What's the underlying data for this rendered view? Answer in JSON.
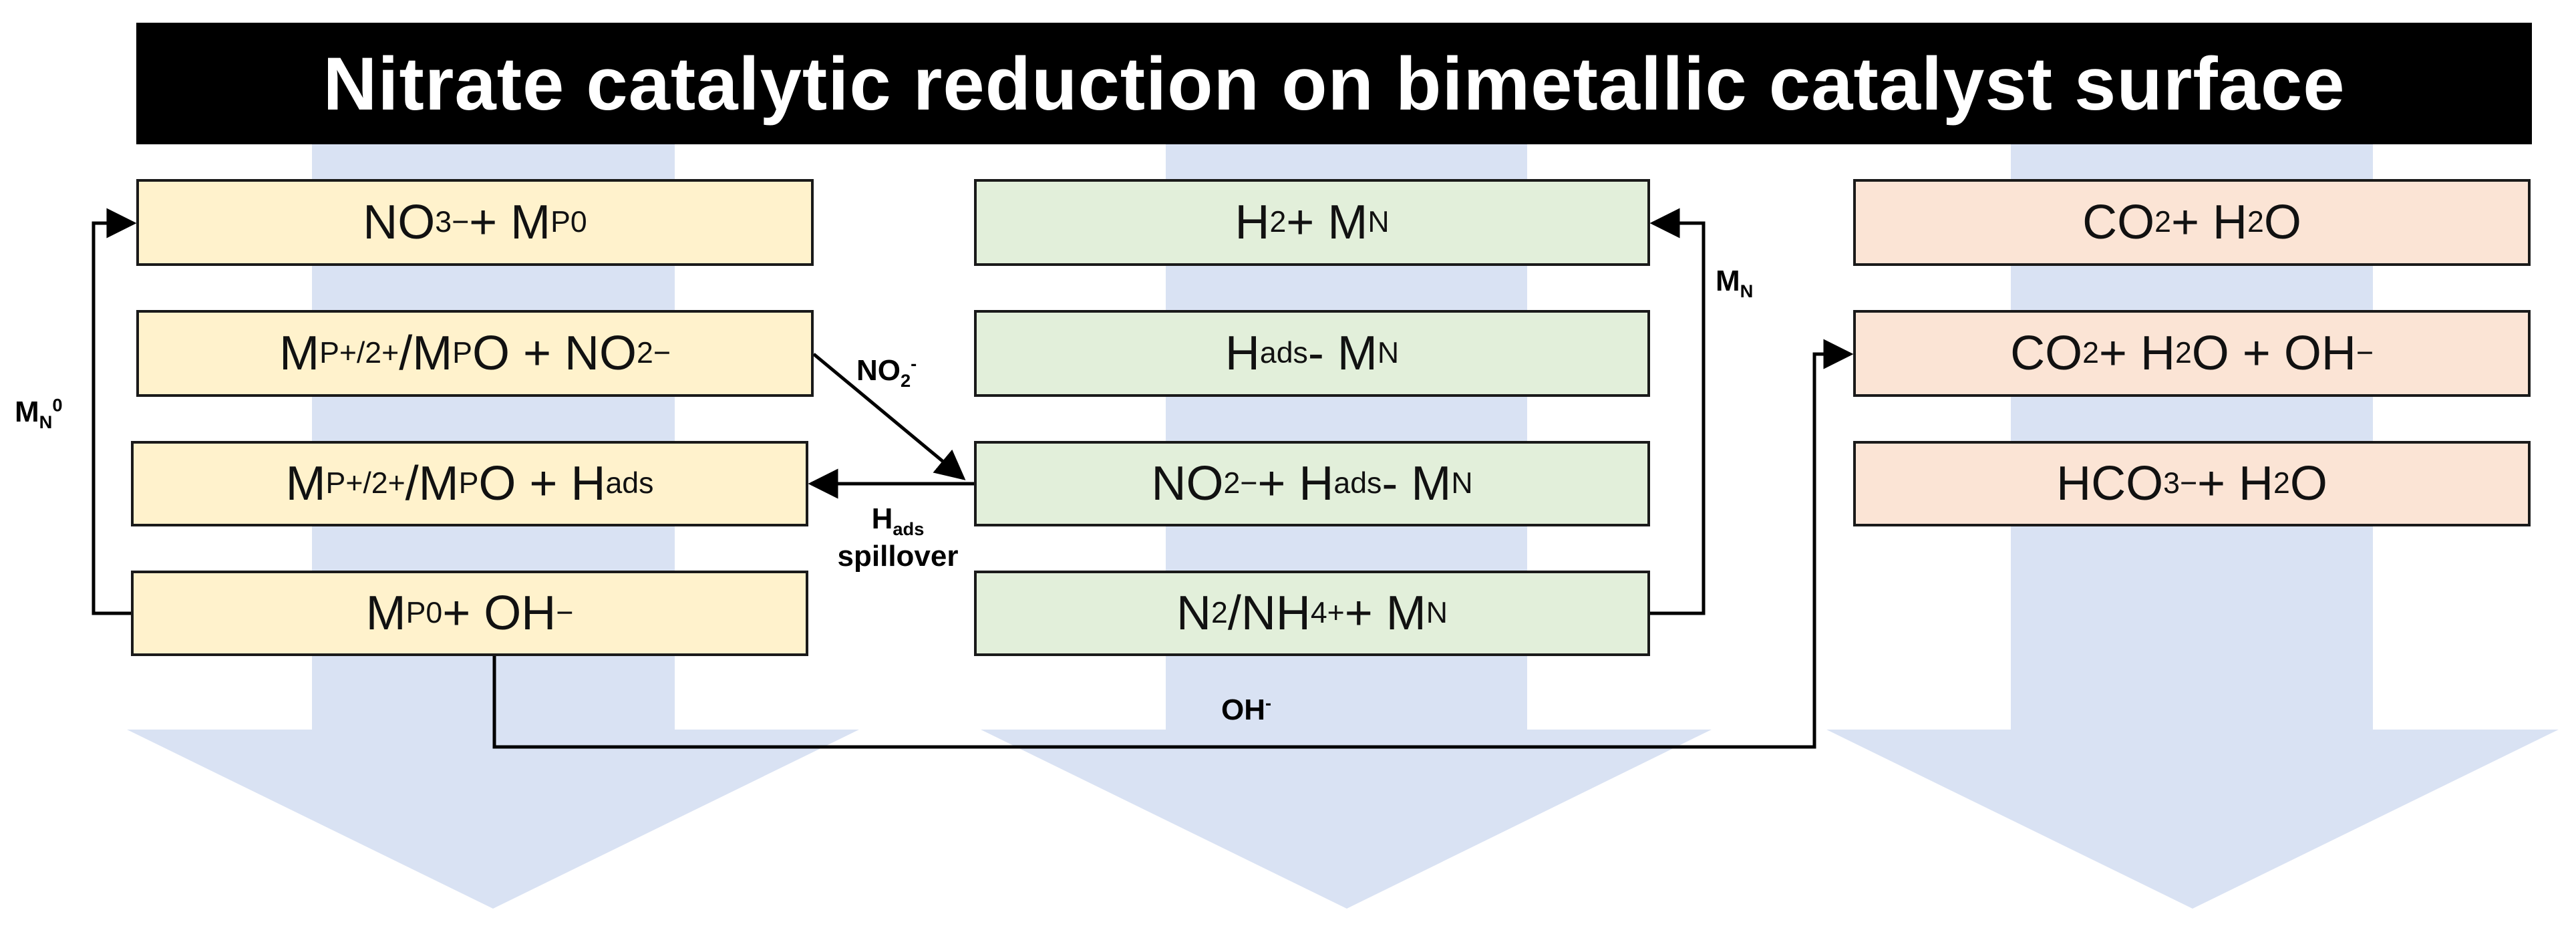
{
  "title": "Nitrate catalytic reduction on bimetallic catalyst surface",
  "colors": {
    "title_bg": "#000000",
    "arrow_fill": "#d9e2f3",
    "promoter_box": "#fff2cc",
    "noble_box": "#e2efda",
    "carbon_box": "#fbe4d5"
  },
  "promoter_column": [
    {
      "parts": [
        [
          "NO",
          ""
        ],
        [
          "3",
          "sub"
        ],
        [
          "−",
          "sup"
        ],
        [
          " + M",
          ""
        ],
        [
          "P",
          "sub"
        ],
        [
          "0",
          "sup"
        ]
      ]
    },
    {
      "parts": [
        [
          "M",
          ""
        ],
        [
          "P",
          "sub"
        ],
        [
          "+/2+",
          "sup"
        ],
        [
          "/M",
          ""
        ],
        [
          "P",
          "sub"
        ],
        [
          "O + NO",
          ""
        ],
        [
          "2",
          "sub"
        ],
        [
          "−",
          "sup"
        ]
      ]
    },
    {
      "parts": [
        [
          "M",
          ""
        ],
        [
          "P",
          "sub"
        ],
        [
          "+/2+",
          "sup"
        ],
        [
          "/M",
          ""
        ],
        [
          "P",
          "sub"
        ],
        [
          "O + H",
          ""
        ],
        [
          "ads",
          "sub"
        ]
      ]
    },
    {
      "parts": [
        [
          "M",
          ""
        ],
        [
          "P",
          "sub"
        ],
        [
          "0",
          "sup"
        ],
        [
          " + OH",
          ""
        ],
        [
          "−",
          "sup"
        ]
      ]
    }
  ],
  "noble_column": [
    {
      "parts": [
        [
          "H",
          ""
        ],
        [
          "2",
          "sub"
        ],
        [
          " + M",
          ""
        ],
        [
          "N",
          "sub"
        ]
      ]
    },
    {
      "parts": [
        [
          "H",
          ""
        ],
        [
          "ads",
          "sub"
        ],
        [
          " - M",
          ""
        ],
        [
          "N",
          "sub"
        ]
      ]
    },
    {
      "parts": [
        [
          "NO",
          ""
        ],
        [
          "2",
          "sub"
        ],
        [
          "−",
          "sup"
        ],
        [
          " + H",
          ""
        ],
        [
          "ads",
          "sub"
        ],
        [
          " - M",
          ""
        ],
        [
          "N",
          "sub"
        ]
      ]
    },
    {
      "parts": [
        [
          "N",
          ""
        ],
        [
          "2",
          "sub"
        ],
        [
          "/NH",
          ""
        ],
        [
          "4",
          "sub"
        ],
        [
          "+",
          "sup"
        ],
        [
          " + M",
          ""
        ],
        [
          "N",
          "sub"
        ]
      ]
    }
  ],
  "carbon_column": [
    {
      "parts": [
        [
          "CO",
          ""
        ],
        [
          "2",
          "sub"
        ],
        [
          " + H",
          ""
        ],
        [
          "2",
          "sub"
        ],
        [
          "O",
          ""
        ]
      ]
    },
    {
      "parts": [
        [
          "CO",
          ""
        ],
        [
          "2",
          "sub"
        ],
        [
          " + H",
          ""
        ],
        [
          "2",
          "sub"
        ],
        [
          "O + OH",
          ""
        ],
        [
          "−",
          "sup"
        ]
      ]
    },
    {
      "parts": [
        [
          "HCO",
          ""
        ],
        [
          "3",
          "sub"
        ],
        [
          "−",
          "sup"
        ],
        [
          " + H",
          ""
        ],
        [
          "2",
          "sub"
        ],
        [
          "O",
          ""
        ]
      ]
    }
  ],
  "labels": {
    "mn0": {
      "parts": [
        [
          "M",
          ""
        ],
        [
          "N",
          "sub"
        ],
        [
          "0",
          "sup"
        ]
      ]
    },
    "no2": {
      "parts": [
        [
          "NO",
          ""
        ],
        [
          "2",
          "sub"
        ],
        [
          "-",
          "sup"
        ]
      ]
    },
    "hads": {
      "parts": [
        [
          "H",
          ""
        ],
        [
          "ads",
          "sub"
        ]
      ]
    },
    "spillover": {
      "parts": [
        [
          "spillover",
          ""
        ]
      ]
    },
    "mn": {
      "parts": [
        [
          "M",
          ""
        ],
        [
          "N",
          "sub"
        ]
      ]
    },
    "oh": {
      "parts": [
        [
          "OH",
          ""
        ],
        [
          "-",
          "sup"
        ]
      ]
    }
  }
}
